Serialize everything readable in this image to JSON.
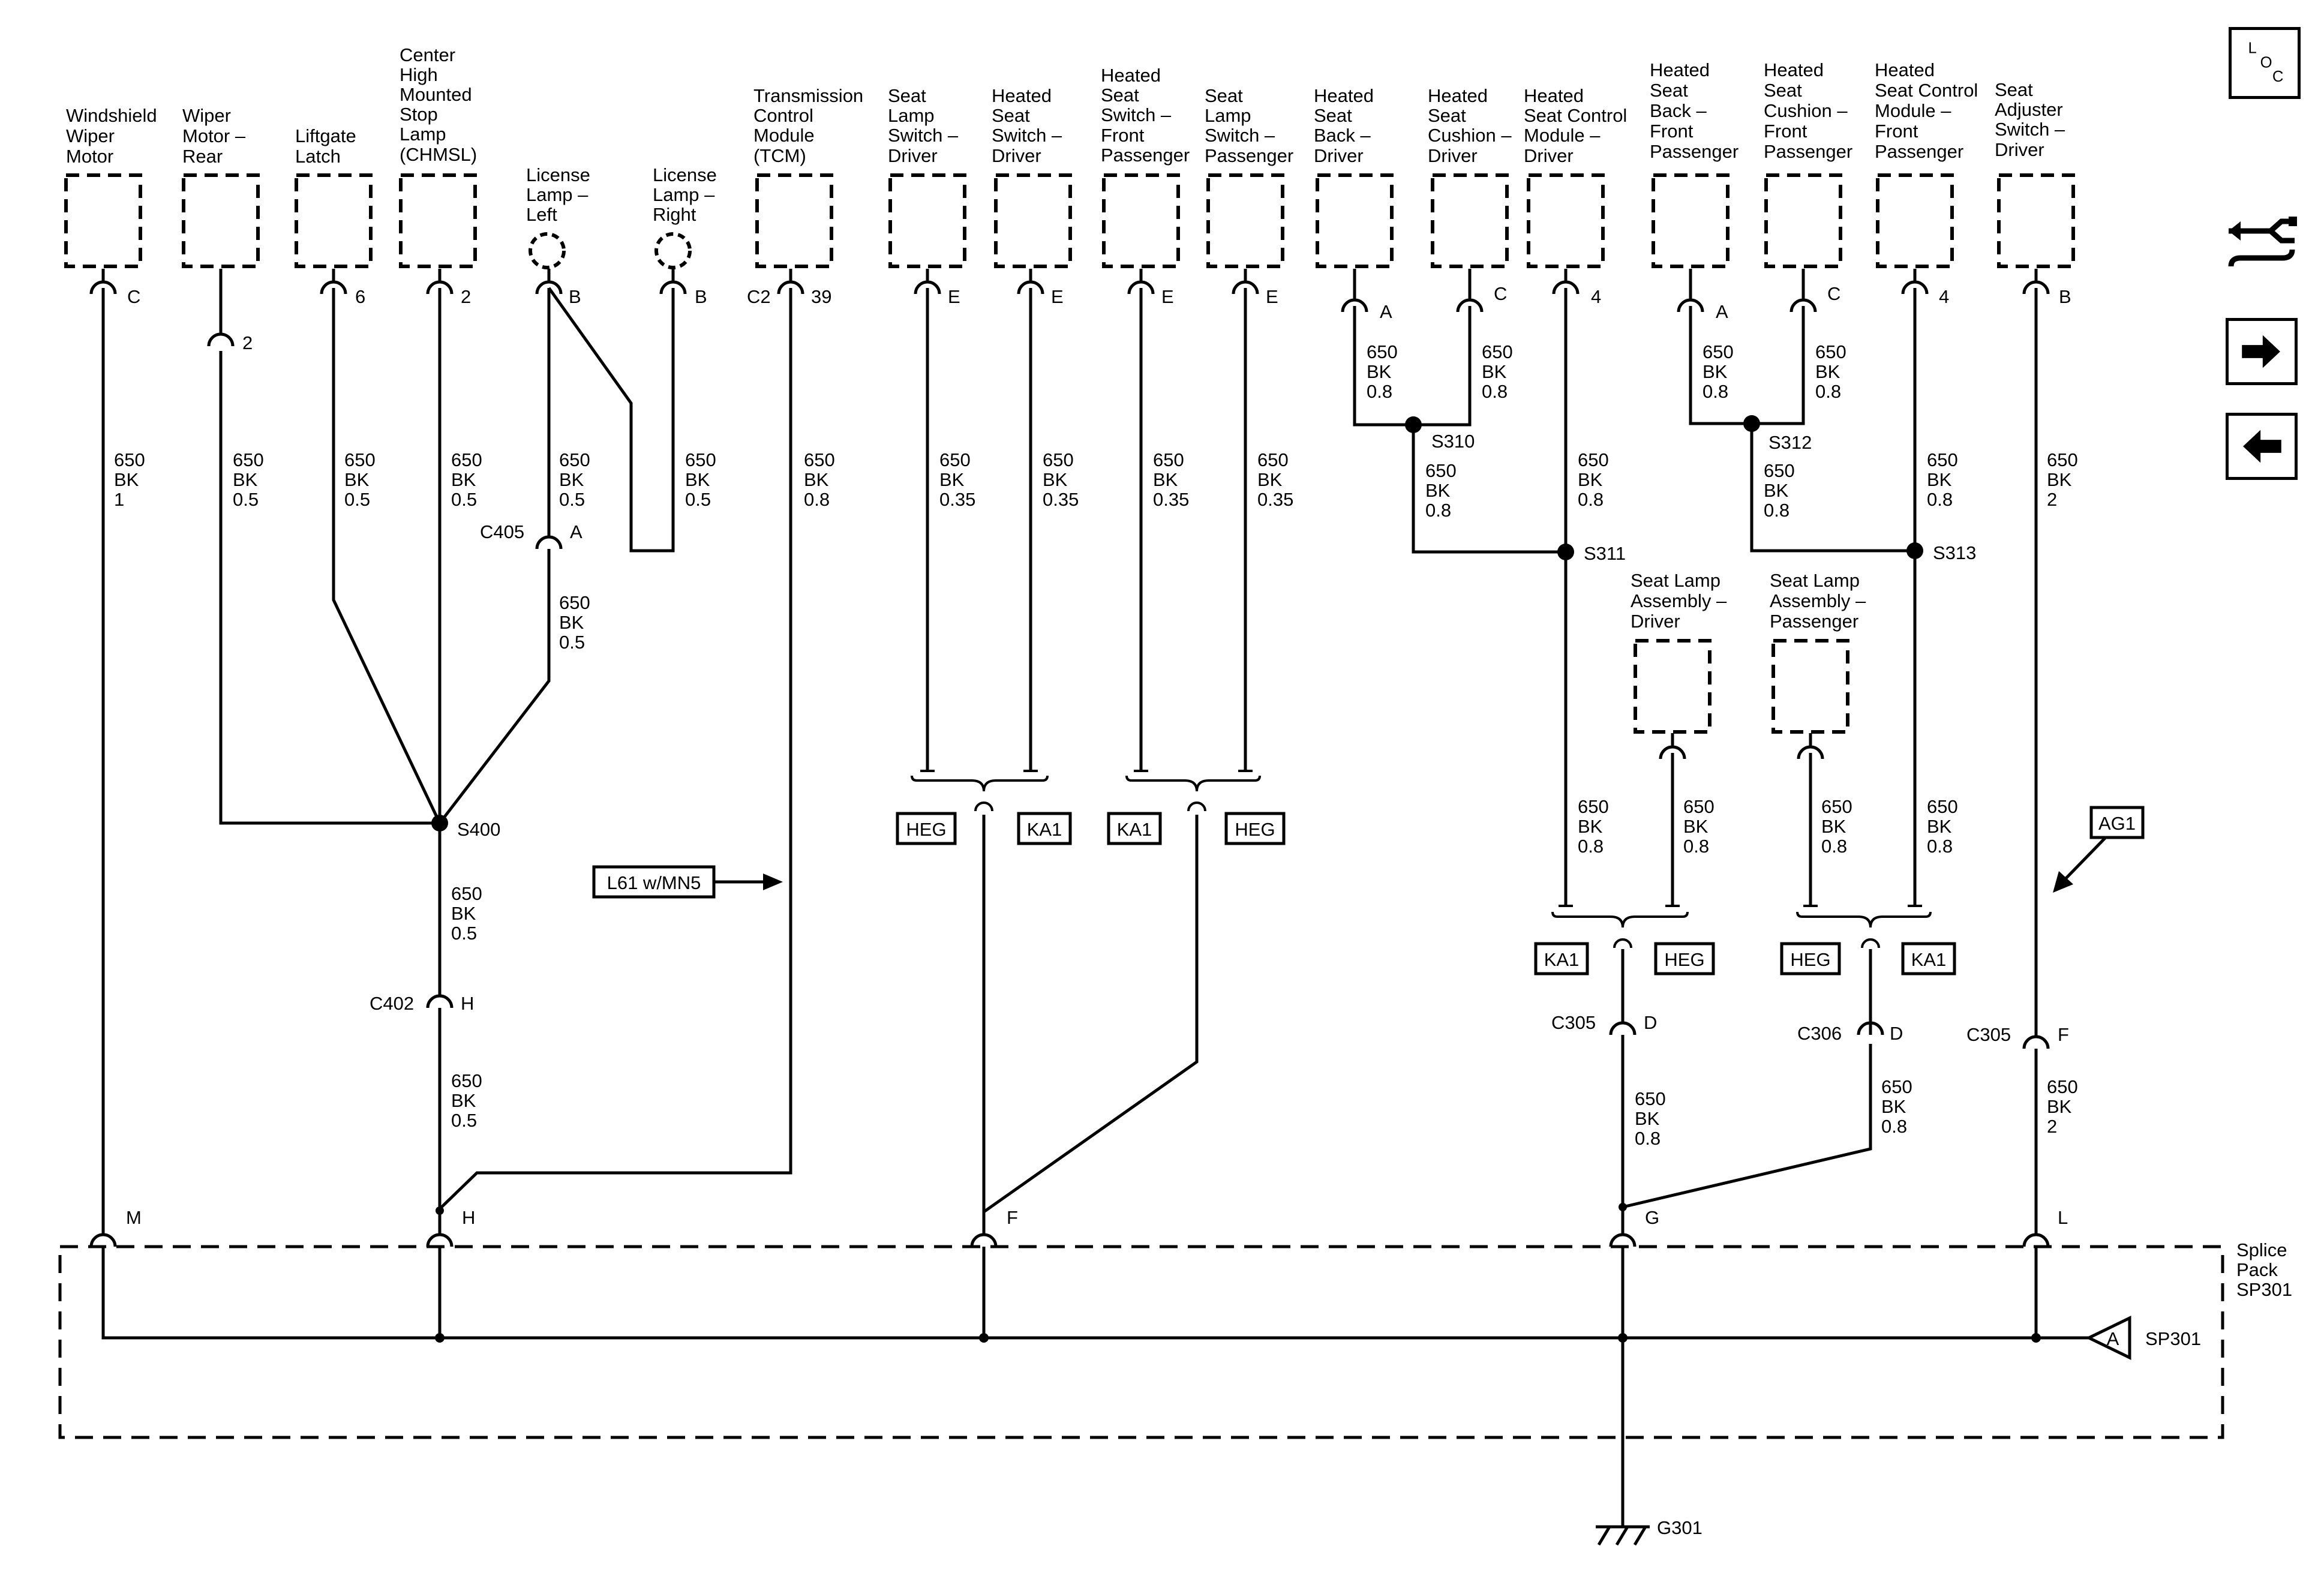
{
  "nav": {
    "loc_l": "L",
    "loc_o": "O",
    "loc_c": "C",
    "loc_icon": "loc-icon",
    "harness_icon": "harness-icon",
    "next_icon": "arrow-right-icon",
    "prev_icon": "arrow-left-icon"
  },
  "components": [
    {
      "id": "windshield-wiper-motor",
      "lines": [
        "Windshield",
        "Wiper",
        "Motor"
      ],
      "pin": "C"
    },
    {
      "id": "wiper-motor-rear",
      "lines": [
        "Wiper",
        "Motor –",
        "Rear"
      ],
      "pin": "2"
    },
    {
      "id": "liftgate-latch",
      "lines": [
        "Liftgate",
        "Latch"
      ],
      "pin": "6"
    },
    {
      "id": "chmsl",
      "lines": [
        "Center",
        "High",
        "Mounted",
        "Stop",
        "Lamp",
        "(CHMSL)"
      ],
      "pin": "2"
    },
    {
      "id": "license-lamp-left",
      "lines": [
        "License",
        "Lamp –",
        "Left"
      ],
      "pin": "B"
    },
    {
      "id": "license-lamp-right",
      "lines": [
        "License",
        "Lamp –",
        "Right"
      ],
      "pin": "B"
    },
    {
      "id": "tcm",
      "lines": [
        "Transmission",
        "Control",
        "Module",
        "(TCM)"
      ],
      "pin": "39",
      "conn": "C2"
    },
    {
      "id": "seat-lamp-switch-driver",
      "lines": [
        "Seat",
        "Lamp",
        "Switch –",
        "Driver"
      ],
      "pin": "E"
    },
    {
      "id": "heated-seat-switch-driver",
      "lines": [
        "Heated",
        "Seat",
        "Switch –",
        "Driver"
      ],
      "pin": "E"
    },
    {
      "id": "heated-seat-switch-front-passenger",
      "lines": [
        "Heated",
        "Seat",
        "Switch –",
        "Front",
        "Passenger"
      ],
      "pin": "E"
    },
    {
      "id": "seat-lamp-switch-passenger",
      "lines": [
        "Seat",
        "Lamp",
        "Switch –",
        "Passenger"
      ],
      "pin": "E"
    },
    {
      "id": "heated-seat-back-driver",
      "lines": [
        "Heated",
        "Seat",
        "Back –",
        "Driver"
      ],
      "pin": "A"
    },
    {
      "id": "heated-seat-cushion-driver",
      "lines": [
        "Heated",
        "Seat",
        "Cushion –",
        "Driver"
      ],
      "pin": "C"
    },
    {
      "id": "heated-seat-control-module-driver",
      "lines": [
        "Heated",
        "Seat Control",
        "Module –",
        "Driver"
      ],
      "pin": "4"
    },
    {
      "id": "heated-seat-back-front-passenger",
      "lines": [
        "Heated",
        "Seat",
        "Back –",
        "Front",
        "Passenger"
      ],
      "pin": "A"
    },
    {
      "id": "heated-seat-cushion-front-passenger",
      "lines": [
        "Heated",
        "Seat",
        "Cushion –",
        "Front",
        "Passenger"
      ],
      "pin": "C"
    },
    {
      "id": "heated-seat-control-module-front-passenger",
      "lines": [
        "Heated",
        "Seat Control",
        "Module –",
        "Front",
        "Passenger"
      ],
      "pin": "4"
    },
    {
      "id": "seat-adjuster-switch-driver",
      "lines": [
        "Seat",
        "Adjuster",
        "Switch –",
        "Driver"
      ],
      "pin": "B"
    },
    {
      "id": "seat-lamp-assembly-driver",
      "lines": [
        "Seat Lamp",
        "Assembly –",
        "Driver"
      ],
      "pin": ""
    },
    {
      "id": "seat-lamp-assembly-passenger",
      "lines": [
        "Seat Lamp",
        "Assembly –",
        "Passenger"
      ],
      "pin": ""
    }
  ],
  "wires": [
    {
      "id": "windshield-wiper",
      "circuit": "650",
      "color": "BK",
      "gauge": "1"
    },
    {
      "id": "wiper-rear",
      "circuit": "650",
      "color": "BK",
      "gauge": "0.5"
    },
    {
      "id": "liftgate",
      "circuit": "650",
      "color": "BK",
      "gauge": "0.5"
    },
    {
      "id": "chmsl",
      "circuit": "650",
      "color": "BK",
      "gauge": "0.5"
    },
    {
      "id": "license-left",
      "circuit": "650",
      "color": "BK",
      "gauge": "0.5"
    },
    {
      "id": "license-right",
      "circuit": "650",
      "color": "BK",
      "gauge": "0.5"
    },
    {
      "id": "c405-s400",
      "circuit": "650",
      "color": "BK",
      "gauge": "0.5"
    },
    {
      "id": "s400-c402",
      "circuit": "650",
      "color": "BK",
      "gauge": "0.5"
    },
    {
      "id": "c402-sp",
      "circuit": "650",
      "color": "BK",
      "gauge": "0.5"
    },
    {
      "id": "tcm",
      "circuit": "650",
      "color": "BK",
      "gauge": "0.8"
    },
    {
      "id": "seat-lamp-sw-driver",
      "circuit": "650",
      "color": "BK",
      "gauge": "0.35"
    },
    {
      "id": "heated-sw-driver",
      "circuit": "650",
      "color": "BK",
      "gauge": "0.35"
    },
    {
      "id": "heated-sw-passenger",
      "circuit": "650",
      "color": "BK",
      "gauge": "0.35"
    },
    {
      "id": "seat-lamp-sw-passenger",
      "circuit": "650",
      "color": "BK",
      "gauge": "0.35"
    },
    {
      "id": "back-driver",
      "circuit": "650",
      "color": "BK",
      "gauge": "0.8"
    },
    {
      "id": "cushion-driver",
      "circuit": "650",
      "color": "BK",
      "gauge": "0.8"
    },
    {
      "id": "s310-s311",
      "circuit": "650",
      "color": "BK",
      "gauge": "0.8"
    },
    {
      "id": "module-driver",
      "circuit": "650",
      "color": "BK",
      "gauge": "0.8"
    },
    {
      "id": "back-passenger",
      "circuit": "650",
      "color": "BK",
      "gauge": "0.8"
    },
    {
      "id": "cushion-passenger",
      "circuit": "650",
      "color": "BK",
      "gauge": "0.8"
    },
    {
      "id": "s312-s313",
      "circuit": "650",
      "color": "BK",
      "gauge": "0.8"
    },
    {
      "id": "module-passenger",
      "circuit": "650",
      "color": "BK",
      "gauge": "0.8"
    },
    {
      "id": "s311-down",
      "circuit": "650",
      "color": "BK",
      "gauge": "0.8"
    },
    {
      "id": "seat-lamp-asm-driver",
      "circuit": "650",
      "color": "BK",
      "gauge": "0.8"
    },
    {
      "id": "seat-lamp-asm-passenger",
      "circuit": "650",
      "color": "BK",
      "gauge": "0.8"
    },
    {
      "id": "s313-down",
      "circuit": "650",
      "color": "BK",
      "gauge": "0.8"
    },
    {
      "id": "c305-g",
      "circuit": "650",
      "color": "BK",
      "gauge": "0.8"
    },
    {
      "id": "c306-g",
      "circuit": "650",
      "color": "BK",
      "gauge": "0.8"
    },
    {
      "id": "seat-adjuster",
      "circuit": "650",
      "color": "BK",
      "gauge": "2"
    },
    {
      "id": "c305f-l",
      "circuit": "650",
      "color": "BK",
      "gauge": "2"
    }
  ],
  "splices": [
    "S400",
    "S310",
    "S311",
    "S312",
    "S313"
  ],
  "connectors": {
    "c405": {
      "name": "C405",
      "pin": "A"
    },
    "c402": {
      "name": "C402",
      "pin": "H"
    },
    "c305d": {
      "name": "C305",
      "pin": "D"
    },
    "c306": {
      "name": "C306",
      "pin": "D"
    },
    "c305f": {
      "name": "C305",
      "pin": "F"
    }
  },
  "options": [
    "HEG",
    "KA1",
    "KA1",
    "HEG",
    "KA1",
    "HEG",
    "HEG",
    "KA1"
  ],
  "callouts": {
    "l61": "L61 w/MN5",
    "ag1": "AG1"
  },
  "splice_pack": {
    "title_lines": [
      "Splice",
      "Pack",
      "SP301"
    ],
    "pins": [
      "M",
      "H",
      "F",
      "G",
      "L"
    ],
    "input_pin": "A",
    "name": "SP301"
  },
  "ground": "G301"
}
